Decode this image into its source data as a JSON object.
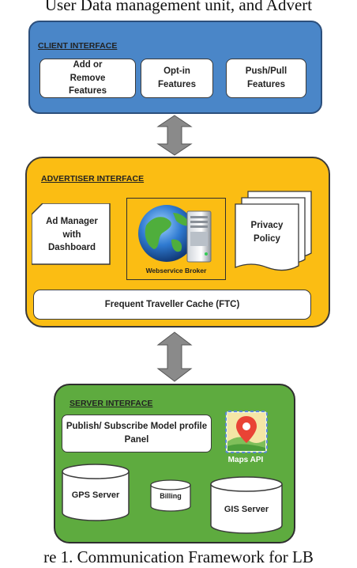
{
  "header_text": "User Data management unit, and Advert",
  "caption": "re 1. Communication Framework for LB",
  "client_interface": {
    "title": "CLIENT INTERFACE",
    "boxes": [
      "Add or Remove Features",
      "Opt-in Features",
      "Push/Pull Features"
    ]
  },
  "advertiser_interface": {
    "title": "ADVERTISER INTERFACE",
    "ad_manager": "Ad Manager with Dashboard",
    "broker_label": "Webservice Broker",
    "privacy_policy": "Privacy Policy",
    "ftc": "Frequent Traveller Cache (FTC)"
  },
  "server_interface": {
    "title": "SERVER INTERFACE",
    "publish_panel": "Publish/ Subscribe Model profile Panel",
    "maps_api": "Maps API",
    "gps_server": "GPS Server",
    "billing": "Billing",
    "gis_server": "GIS Server"
  },
  "colors": {
    "client": "#4a86c8",
    "advertiser": "#fbbd13",
    "server": "#5eab3f",
    "arrow": "#7f7f7f"
  }
}
